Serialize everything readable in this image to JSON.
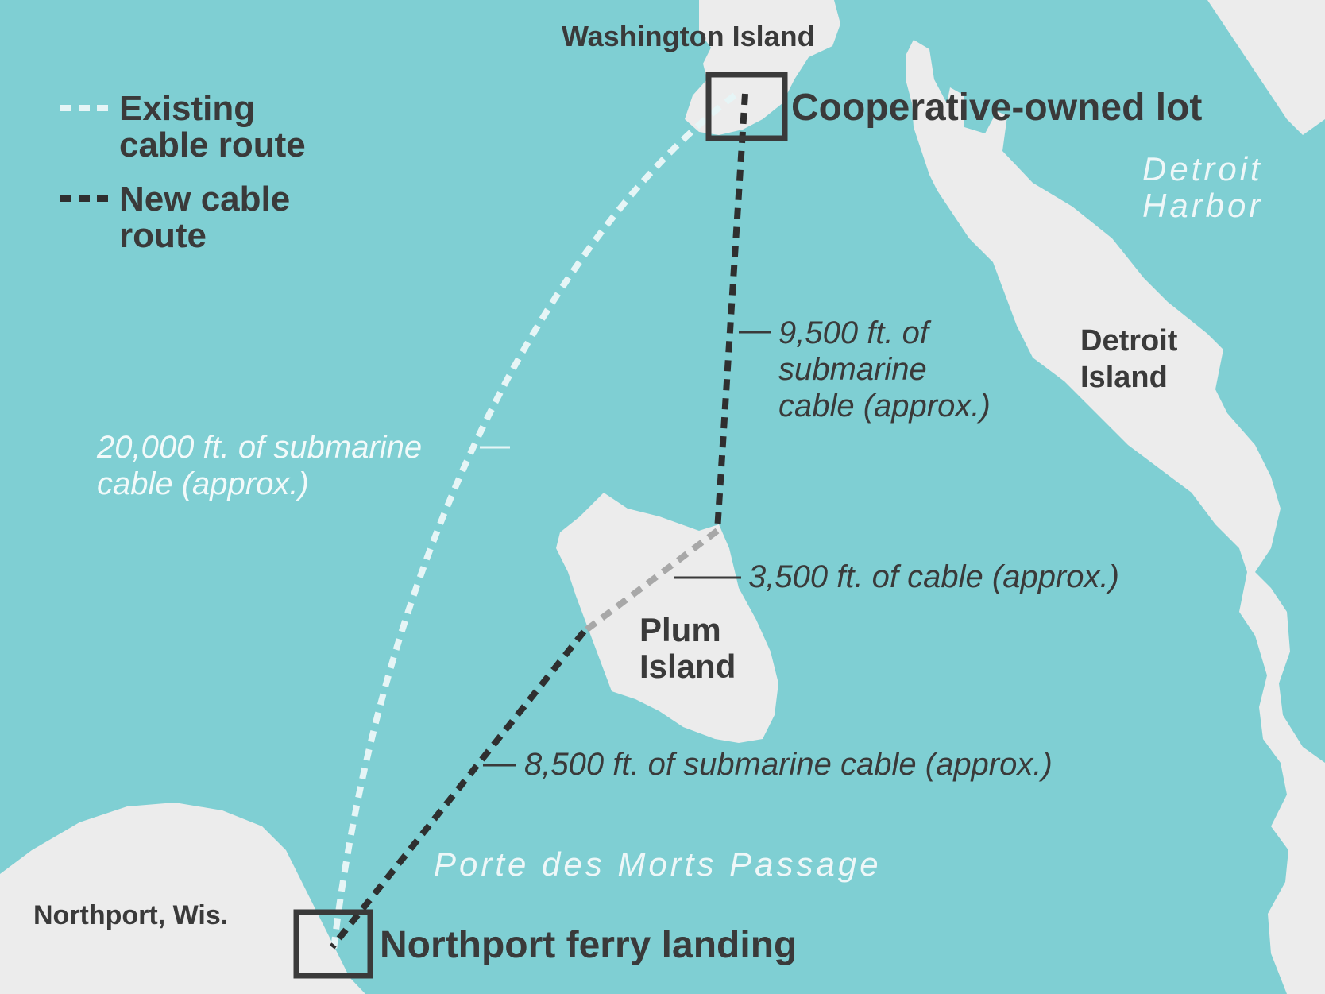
{
  "colors": {
    "water": "#7fcfd3",
    "land": "#ececec",
    "existing_route": "#e6f5f6",
    "new_route": "#2f2f2f",
    "land_segment": "#a8a8a8",
    "text": "#3a3a3a"
  },
  "legend": {
    "existing": "Existing\ncable route",
    "new": "New cable\nroute"
  },
  "places": {
    "washington_island": "Washington Island",
    "detroit_island": "Detroit\nIsland",
    "plum_island": "Plum\nIsland",
    "northport": "Northport, Wis.",
    "detroit_harbor": "Detroit\nHarbor",
    "porte_des_morts": "Porte des Morts Passage"
  },
  "endpoints": {
    "north": "Cooperative-owned lot",
    "south": "Northport ferry landing"
  },
  "segments": {
    "existing_submarine": "20,000 ft. of submarine\ncable (approx.)",
    "new_north": "9,500 ft. of\nsubmarine\ncable (approx.)",
    "land_crossing": "3,500 ft. of cable (approx.)",
    "new_south": "8,500 ft. of submarine cable (approx.)"
  }
}
